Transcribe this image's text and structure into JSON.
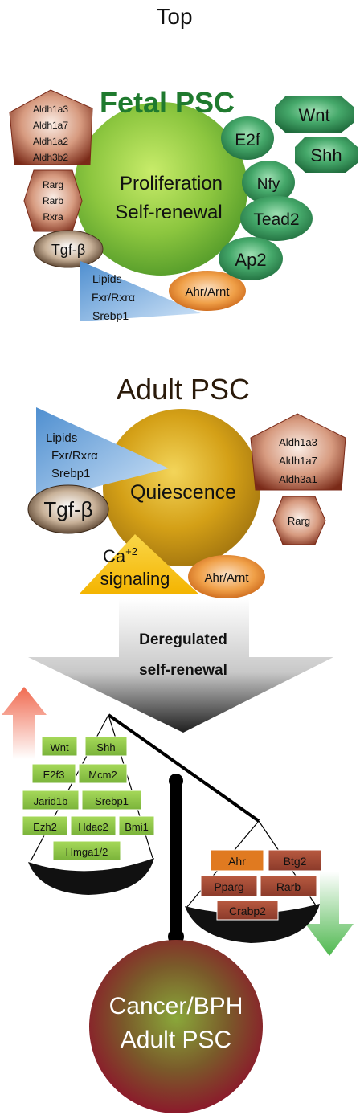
{
  "top_label": "Top",
  "fetal": {
    "title": "Fetal PSC",
    "center_line1": "Proliferation",
    "center_line2": "Self-renewal",
    "aldh": [
      "Aldh1a3",
      "Aldh1a7",
      "Aldh1a2",
      "Aldh3b2"
    ],
    "rar": [
      "Rarg",
      "Rarb",
      "Rxra"
    ],
    "tgf": "Tgf-β",
    "lipids": [
      "Lipids",
      "Fxr/Rxrα",
      "Srebp1"
    ],
    "ahr": "Ahr/Arnt",
    "factors": [
      "E2f",
      "Nfy",
      "Tead2",
      "Ap2"
    ],
    "signals": [
      "Wnt",
      "Shh"
    ]
  },
  "adult": {
    "title": "Adult PSC",
    "center": "Quiescence",
    "lipids": [
      "Lipids",
      "Fxr/Rxrα",
      "Srebp1"
    ],
    "tgf": "Tgf-β",
    "ca_base": "Ca",
    "ca_sup": "+2",
    "ca_line2": "signaling",
    "ahr": "Ahr/Arnt",
    "aldh": [
      "Aldh1a3",
      "Aldh1a7",
      "Aldh3a1"
    ],
    "rarg": "Rarg"
  },
  "arrow": {
    "line1": "Deregulated",
    "line2": "self-renewal"
  },
  "balance": {
    "up_genes": [
      "Wnt",
      "Shh",
      "E2f3",
      "Mcm2",
      "Jarid1b",
      "Srebp1",
      "Ezh2",
      "Hdac2",
      "Bmi1",
      "Hmga1/2"
    ],
    "down_genes": [
      "Ahr",
      "Btg2",
      "Pparg",
      "Rarb",
      "Crabp2"
    ]
  },
  "outcome": {
    "line1": "Cancer/BPH",
    "line2": "Adult PSC"
  },
  "colors": {
    "green_ball": "#8cc63f",
    "gold_ball": "#d4a017",
    "dark_green": "#2e8b57",
    "brown": "#8b3a2a",
    "blue": "#6fa8dc",
    "orange": "#e67e22",
    "yellow": "#f5c518",
    "gene_green": "#8dc63f",
    "gene_red": "#a0442e",
    "outcome_red": "#8b1a2b"
  }
}
